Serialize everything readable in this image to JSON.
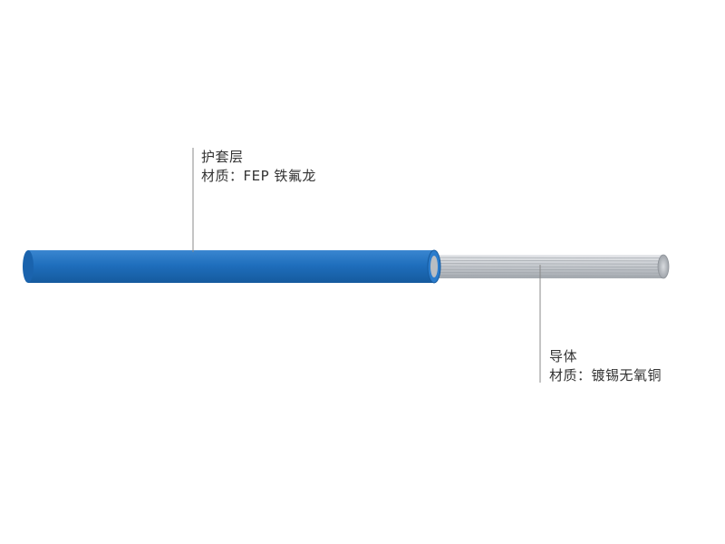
{
  "labels": {
    "sheath": {
      "title": "护套层",
      "material": "材质：FEP 铁氟龙"
    },
    "conductor": {
      "title": "导体",
      "material": "材质：镀锡无氧铜"
    }
  },
  "colors": {
    "sheath": "#1f6fbd",
    "sheath_edge": "#155a9e",
    "conductor": "#c9ccd0",
    "conductor_strand": "#a9adb3",
    "leader_line": "#888888",
    "text": "#333333"
  }
}
